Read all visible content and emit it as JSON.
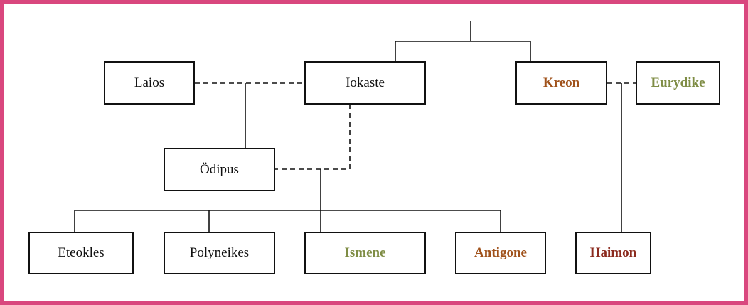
{
  "colors": {
    "frame": "#d9477e",
    "line": "#111111",
    "default_text": "#111111",
    "brown": "#a0521b",
    "olive": "#7f8d45",
    "red_brown": "#8b2a1e"
  },
  "people": {
    "laios": {
      "label": "Laios",
      "color": "#111111",
      "bold": false
    },
    "iokaste": {
      "label": "Iokaste",
      "color": "#111111",
      "bold": false
    },
    "kreon": {
      "label": "Kreon",
      "color": "#a0521b",
      "bold": true
    },
    "eurydike": {
      "label": "Eurydike",
      "color": "#7f8d45",
      "bold": true
    },
    "oedipus": {
      "label": "Ödipus",
      "color": "#111111",
      "bold": false
    },
    "eteokles": {
      "label": "Eteokles",
      "color": "#111111",
      "bold": false
    },
    "polyneikes": {
      "label": "Polyneikes",
      "color": "#111111",
      "bold": false
    },
    "ismene": {
      "label": "Ismene",
      "color": "#7f8d45",
      "bold": true
    },
    "antigone": {
      "label": "Antigone",
      "color": "#a0521b",
      "bold": true
    },
    "haimon": {
      "label": "Haimon",
      "color": "#8b2a1e",
      "bold": true
    }
  }
}
